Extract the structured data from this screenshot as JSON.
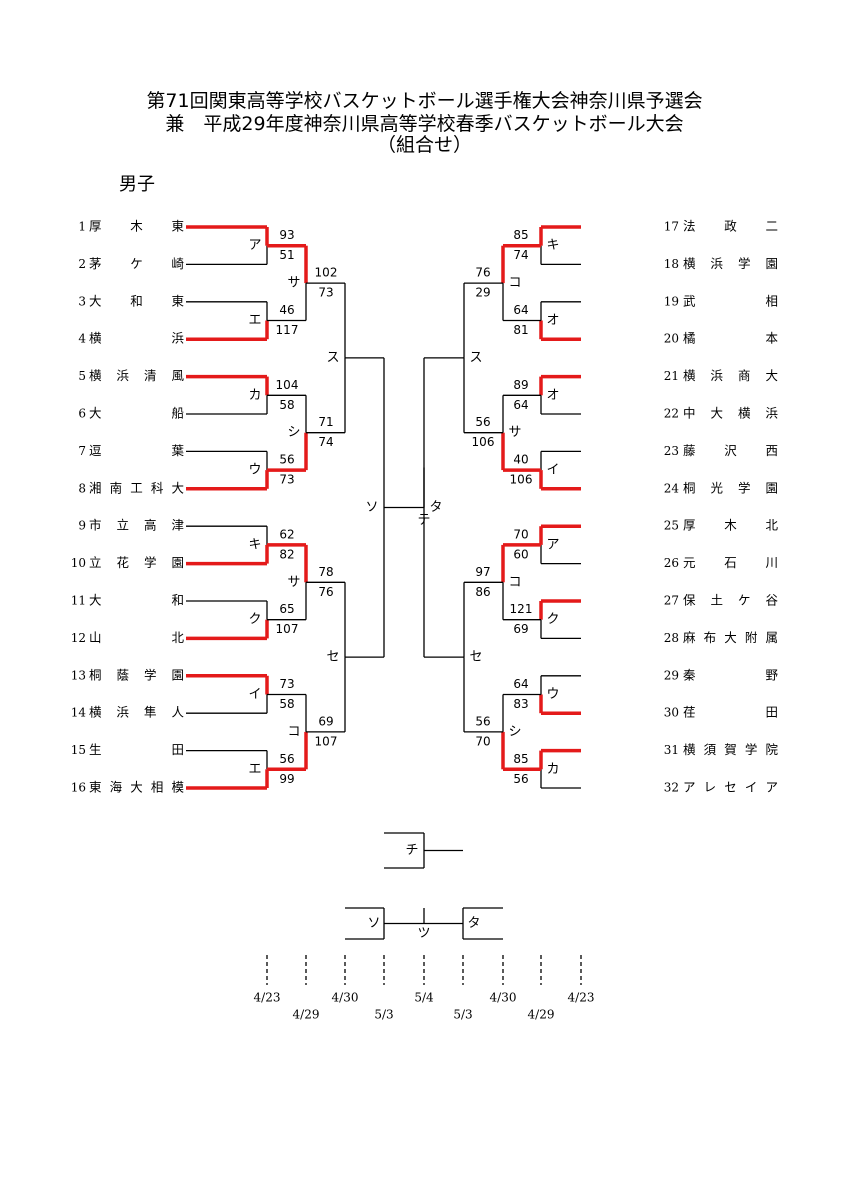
{
  "title": {
    "line1": "第71回関東高等学校バスケットボール選手権大会神奈川県予選会",
    "line2": "兼　平成29年度神奈川県高等学校春季バスケットボール大会",
    "line3": "（組合せ）"
  },
  "gender": "男子",
  "colors": {
    "winner": "#e41a1a",
    "line": "#000000"
  },
  "left_teams": [
    {
      "seed": "1",
      "name": "厚　　木　　東"
    },
    {
      "seed": "2",
      "name": "茅　　ケ　　崎"
    },
    {
      "seed": "3",
      "name": "大　　和　　東"
    },
    {
      "seed": "4",
      "name": "横　　　　　浜"
    },
    {
      "seed": "5",
      "name": "横　浜　清　風"
    },
    {
      "seed": "6",
      "name": "大　　　　　船"
    },
    {
      "seed": "7",
      "name": "逗　　　　　葉"
    },
    {
      "seed": "8",
      "name": "湘南工科大"
    },
    {
      "seed": "9",
      "name": "市　立　高　津"
    },
    {
      "seed": "10",
      "name": "立　花　学　園"
    },
    {
      "seed": "11",
      "name": "大　　　　　和"
    },
    {
      "seed": "12",
      "name": "山　　　　　北"
    },
    {
      "seed": "13",
      "name": "桐　蔭　学　園"
    },
    {
      "seed": "14",
      "name": "横　浜　隼　人"
    },
    {
      "seed": "15",
      "name": "生　　　　　田"
    },
    {
      "seed": "16",
      "name": "東海大相模"
    }
  ],
  "right_teams": [
    {
      "seed": "17",
      "name": "法　　政　　二"
    },
    {
      "seed": "18",
      "name": "横　浜　学　園"
    },
    {
      "seed": "19",
      "name": "武　　　　　相"
    },
    {
      "seed": "20",
      "name": "橘　　　　　本"
    },
    {
      "seed": "21",
      "name": "横　浜　商　大"
    },
    {
      "seed": "22",
      "name": "中　大　横　浜"
    },
    {
      "seed": "23",
      "name": "藤　　沢　　西"
    },
    {
      "seed": "24",
      "name": "桐　光　学　園"
    },
    {
      "seed": "25",
      "name": "厚　　木　　北"
    },
    {
      "seed": "26",
      "name": "元　　石　　川"
    },
    {
      "seed": "27",
      "name": "保　土　ケ　谷"
    },
    {
      "seed": "28",
      "name": "麻布大附属"
    },
    {
      "seed": "29",
      "name": "秦　　　　　野"
    },
    {
      "seed": "30",
      "name": "荏　　　　　田"
    },
    {
      "seed": "31",
      "name": "横須賀学院"
    },
    {
      "seed": "32",
      "name": "アレセイア"
    }
  ],
  "left_r1": [
    {
      "court": "ア",
      "top": "93",
      "bottom": "51",
      "winner": "top"
    },
    {
      "court": "エ",
      "top": "46",
      "bottom": "117",
      "winner": "bottom"
    },
    {
      "court": "カ",
      "top": "104",
      "bottom": "58",
      "winner": "top"
    },
    {
      "court": "ウ",
      "top": "56",
      "bottom": "73",
      "winner": "bottom"
    },
    {
      "court": "キ",
      "top": "62",
      "bottom": "82",
      "winner": "bottom"
    },
    {
      "court": "ク",
      "top": "65",
      "bottom": "107",
      "winner": "bottom"
    },
    {
      "court": "イ",
      "top": "73",
      "bottom": "58",
      "winner": "top"
    },
    {
      "court": "エ",
      "top": "56",
      "bottom": "99",
      "winner": "bottom"
    }
  ],
  "left_r2": [
    {
      "court": "サ",
      "top": "102",
      "bottom": "73",
      "winner": "top"
    },
    {
      "court": "シ",
      "top": "71",
      "bottom": "74",
      "winner": "bottom"
    },
    {
      "court": "サ",
      "top": "78",
      "bottom": "76",
      "winner": "top"
    },
    {
      "court": "コ",
      "top": "69",
      "bottom": "107",
      "winner": "bottom"
    }
  ],
  "left_r3": [
    {
      "court": "ス"
    },
    {
      "court": "セ"
    }
  ],
  "right_r1": [
    {
      "court": "キ",
      "top": "85",
      "bottom": "74",
      "winner": "top"
    },
    {
      "court": "オ",
      "top": "64",
      "bottom": "81",
      "winner": "bottom"
    },
    {
      "court": "オ",
      "top": "89",
      "bottom": "64",
      "winner": "top"
    },
    {
      "court": "イ",
      "top": "40",
      "bottom": "106",
      "winner": "bottom"
    },
    {
      "court": "ア",
      "top": "70",
      "bottom": "60",
      "winner": "top"
    },
    {
      "court": "ク",
      "top": "121",
      "bottom": "69",
      "winner": "top"
    },
    {
      "court": "ウ",
      "top": "64",
      "bottom": "83",
      "winner": "bottom"
    },
    {
      "court": "カ",
      "top": "85",
      "bottom": "56",
      "winner": "top"
    }
  ],
  "right_r2": [
    {
      "court": "コ",
      "top": "76",
      "bottom": "29",
      "winner": "top"
    },
    {
      "court": "サ",
      "top": "56",
      "bottom": "106",
      "winner": "bottom"
    },
    {
      "court": "コ",
      "top": "97",
      "bottom": "86",
      "winner": "top"
    },
    {
      "court": "シ",
      "top": "56",
      "bottom": "70",
      "winner": "bottom"
    }
  ],
  "right_r3": [
    {
      "court": "ス"
    },
    {
      "court": "セ"
    }
  ],
  "semis": {
    "left": "ソ",
    "right": "タ",
    "final": "テ"
  },
  "third_place": {
    "court": "チ"
  },
  "final_diagram": {
    "left": "ソ",
    "center": "ツ",
    "right": "タ"
  },
  "dates": {
    "row1": [
      "4/23",
      "4/30",
      "5/4",
      "4/30",
      "4/23"
    ],
    "row2": [
      "4/29",
      "5/3",
      "5/3",
      "4/29"
    ]
  }
}
